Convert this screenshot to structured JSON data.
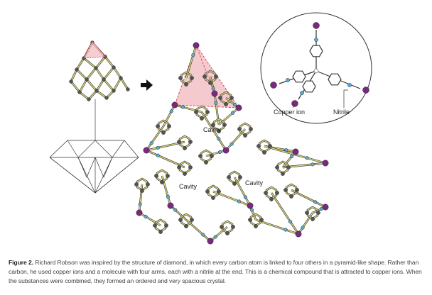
{
  "labels": {
    "cavity_top": "Cavity",
    "cavity_left": "Cavity",
    "cavity_right": "Cavity",
    "copper_ion": "Copper ion",
    "nitrile": "Nitrile"
  },
  "caption": {
    "figure_label": "Figure 2.",
    "text": "Richard Robson was inspired by the structure of diamond, in which every carbon atom is linked to four others in a pyramid-like shape. Rather than carbon, he used copper ions and a molecule with four arms, each with a nitrile at the end. This is a chemical compound that is attracted to copper ions. When the substances were combined, they formed an ordered and very spacious crystal."
  },
  "colors": {
    "copper": "#7a2a7e",
    "nitrile": "#5aaed0",
    "carbon": "#555555",
    "bond": "#d8d27a",
    "pyramid": "#f2b8bf",
    "pyramid_edge": "#d9333f"
  }
}
